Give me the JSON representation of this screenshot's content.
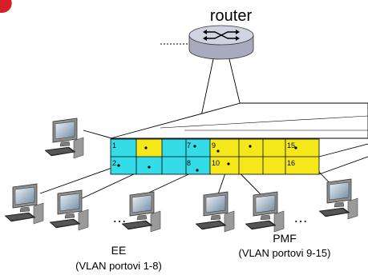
{
  "router": {
    "label": "router"
  },
  "switch": {
    "ports": [
      "1",
      "2",
      "7",
      "8",
      "9",
      "10",
      "15",
      "16"
    ],
    "vlan_colors": {
      "ee": "#33dce6",
      "pmf": "#f5e81a"
    }
  },
  "groups": {
    "ee": {
      "name": "EE",
      "detail": "(VLAN portovi 1-8)"
    },
    "pmf": {
      "name": "PMF",
      "detail": "(VLAN portovi 9-15)"
    }
  },
  "ellipsis": "…",
  "icons": {
    "router": "router-icon",
    "computer": "desktop-computer-icon",
    "logo": "logo-mark"
  },
  "colors": {
    "logo": "#d61f26",
    "ee_ports": "#33dce6",
    "pmf_ports": "#f5e81a",
    "router_body": "#c7c8d8",
    "wire": "#000000"
  }
}
